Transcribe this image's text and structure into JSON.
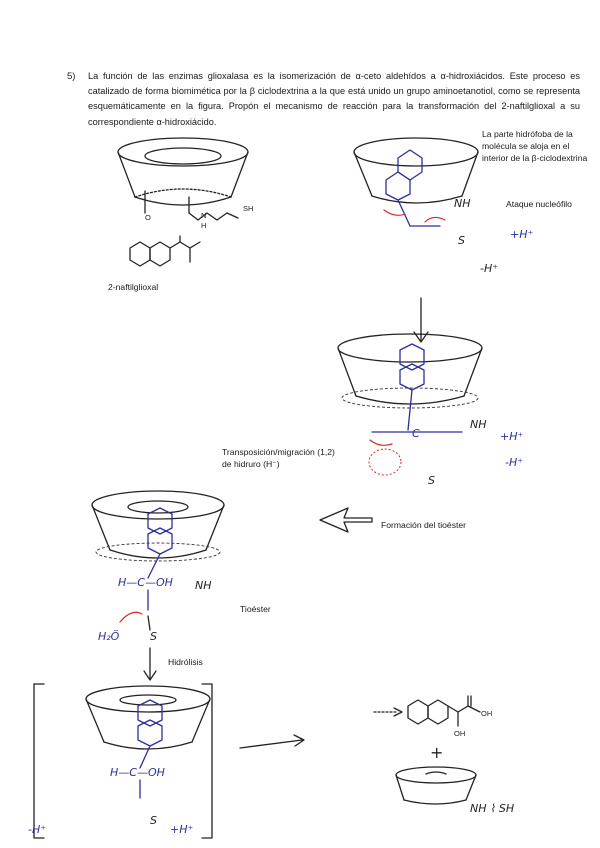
{
  "question": {
    "number": "5)",
    "text": "La función de las enzimas glioxalasa es la isomerización de α-ceto aldehídos a α-hidroxiácidos. Este proceso es catalizado de forma biomimética por la β ciclodextrina a la que está unido un grupo aminoetanotiol, como se representa esquemáticamente en la figura. Propón el mecanismo de reacción para la transformación del 2-naftilglioxal a su correspondiente α-hidroxiácido."
  },
  "labels": {
    "substrate": "2-naftilglioxal",
    "hydrophobic_note": "La parte hidrófoba de la molécula se aloja en el interior de la β-ciclodextrina",
    "nucleophilic_attack": "Ataque nucleófilo",
    "hydride_shift": "Transposición/migración (1,2) de hidruro (H⁻)",
    "thioester_formation": "Formación del tioéster",
    "thioester": "Tioéster",
    "hydrolysis": "Hidrólisis"
  },
  "structure_text": {
    "amine_n": "N",
    "amine_h": "H",
    "thiol": "SH",
    "ring_o": "O",
    "acid_oh": "OH",
    "alpha_oh": "OH",
    "hand_plus_h": "+H⁺",
    "hand_minus_h": "-H⁺",
    "hand_s": "S",
    "hand_nh": "NH",
    "hand_carbon": "C",
    "hand_alpha": "H—C—OH",
    "hand_water": "H₂Ö",
    "hand_product_tail": "NH ⌇ SH"
  }
}
